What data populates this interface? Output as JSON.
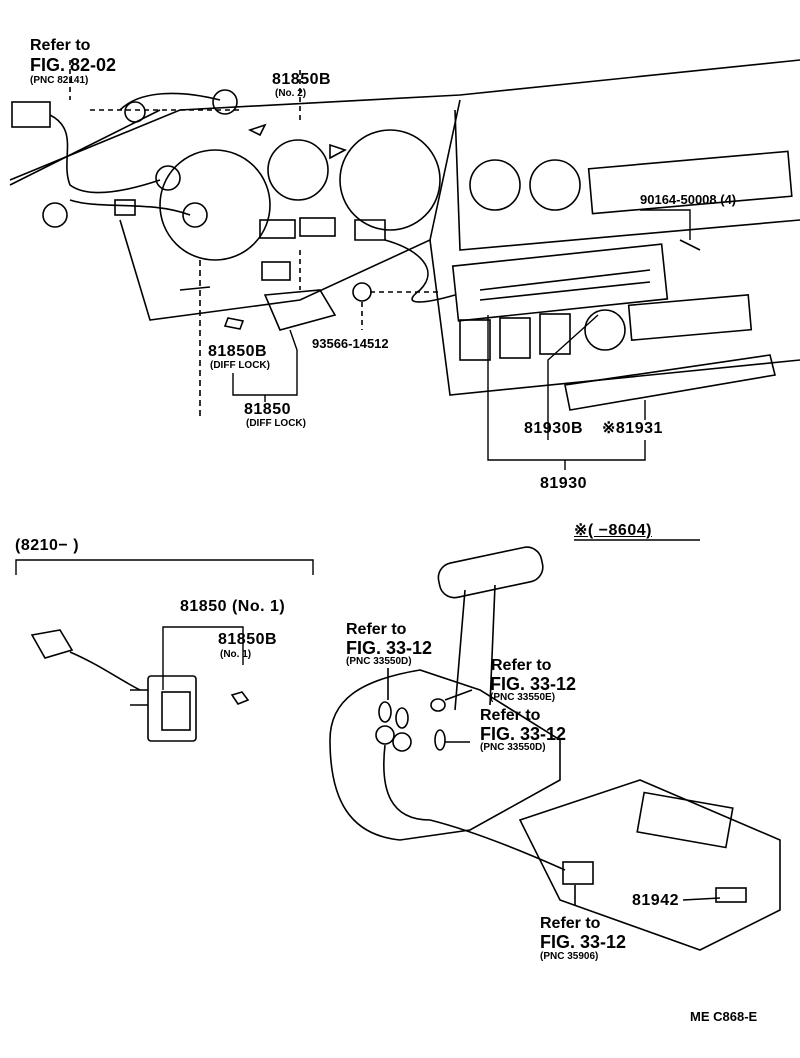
{
  "labels": {
    "ref_82_02": {
      "line1": "Refer to",
      "line2": "FIG. 82-02",
      "line3": "(PNC 82141)"
    },
    "p81850b_no2": {
      "number": "81850B",
      "note": "(No. 2)"
    },
    "p90164": "90164-50008 (4)",
    "p81850b_diff": {
      "number": "81850B",
      "note": "(DIFF LOCK)"
    },
    "p93566": "93566-14512",
    "p81850_diff": {
      "number": "81850",
      "note": "(DIFF LOCK)"
    },
    "p81930b": "81930B",
    "p81931": "※81931",
    "p81930": "81930",
    "range_8604": "※(        −8604)",
    "range_8210": "(8210−        )",
    "p81850_no1": "81850 (No. 1)",
    "p81850b_no1": {
      "number": "81850B",
      "note": "(No. 1)"
    },
    "ref_33550d_a": {
      "line1": "Refer to",
      "line2": "FIG. 33-12",
      "line3": "(PNC 33550D)"
    },
    "ref_33550e": {
      "line1": "Refer to",
      "line2": "FIG. 33-12",
      "line3": "(PNC 33550E)"
    },
    "ref_33550d_b": {
      "line1": "Refer to",
      "line2": "FIG. 33-12",
      "line3": "(PNC 33550D)"
    },
    "p81942": "81942",
    "ref_35906": {
      "line1": "Refer to",
      "line2": "FIG. 33-12",
      "line3": "(PNC 35906)"
    },
    "diagram_code": "ME  C868-E"
  },
  "colors": {
    "ink": "#000000",
    "paper": "#ffffff"
  }
}
